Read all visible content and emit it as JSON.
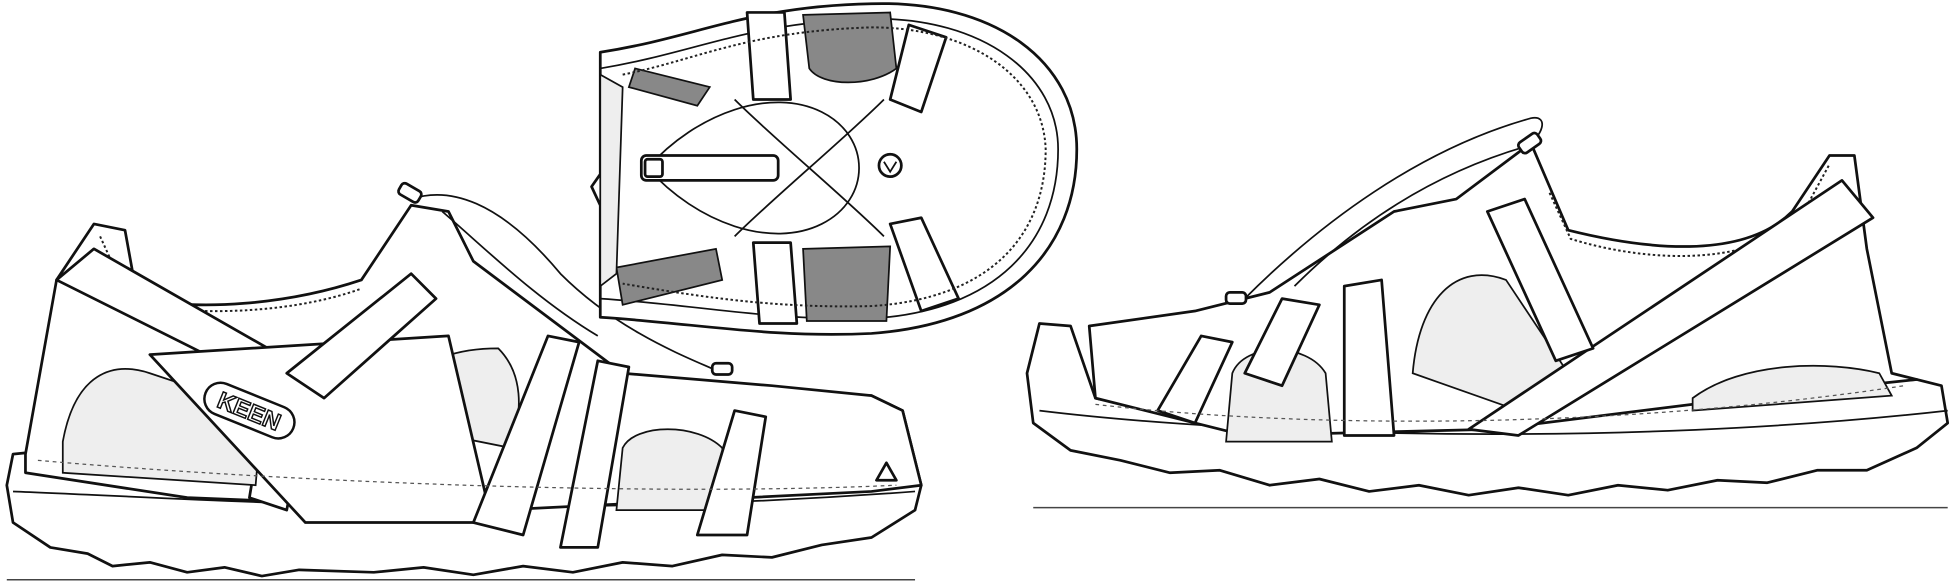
{
  "illustration": {
    "logo_text": "KEEN",
    "views": [
      "side-view-lateral",
      "top-view",
      "side-view-medial"
    ],
    "colors": {
      "line": "#111111",
      "fill": "#ffffff",
      "shade": "#888888"
    }
  }
}
